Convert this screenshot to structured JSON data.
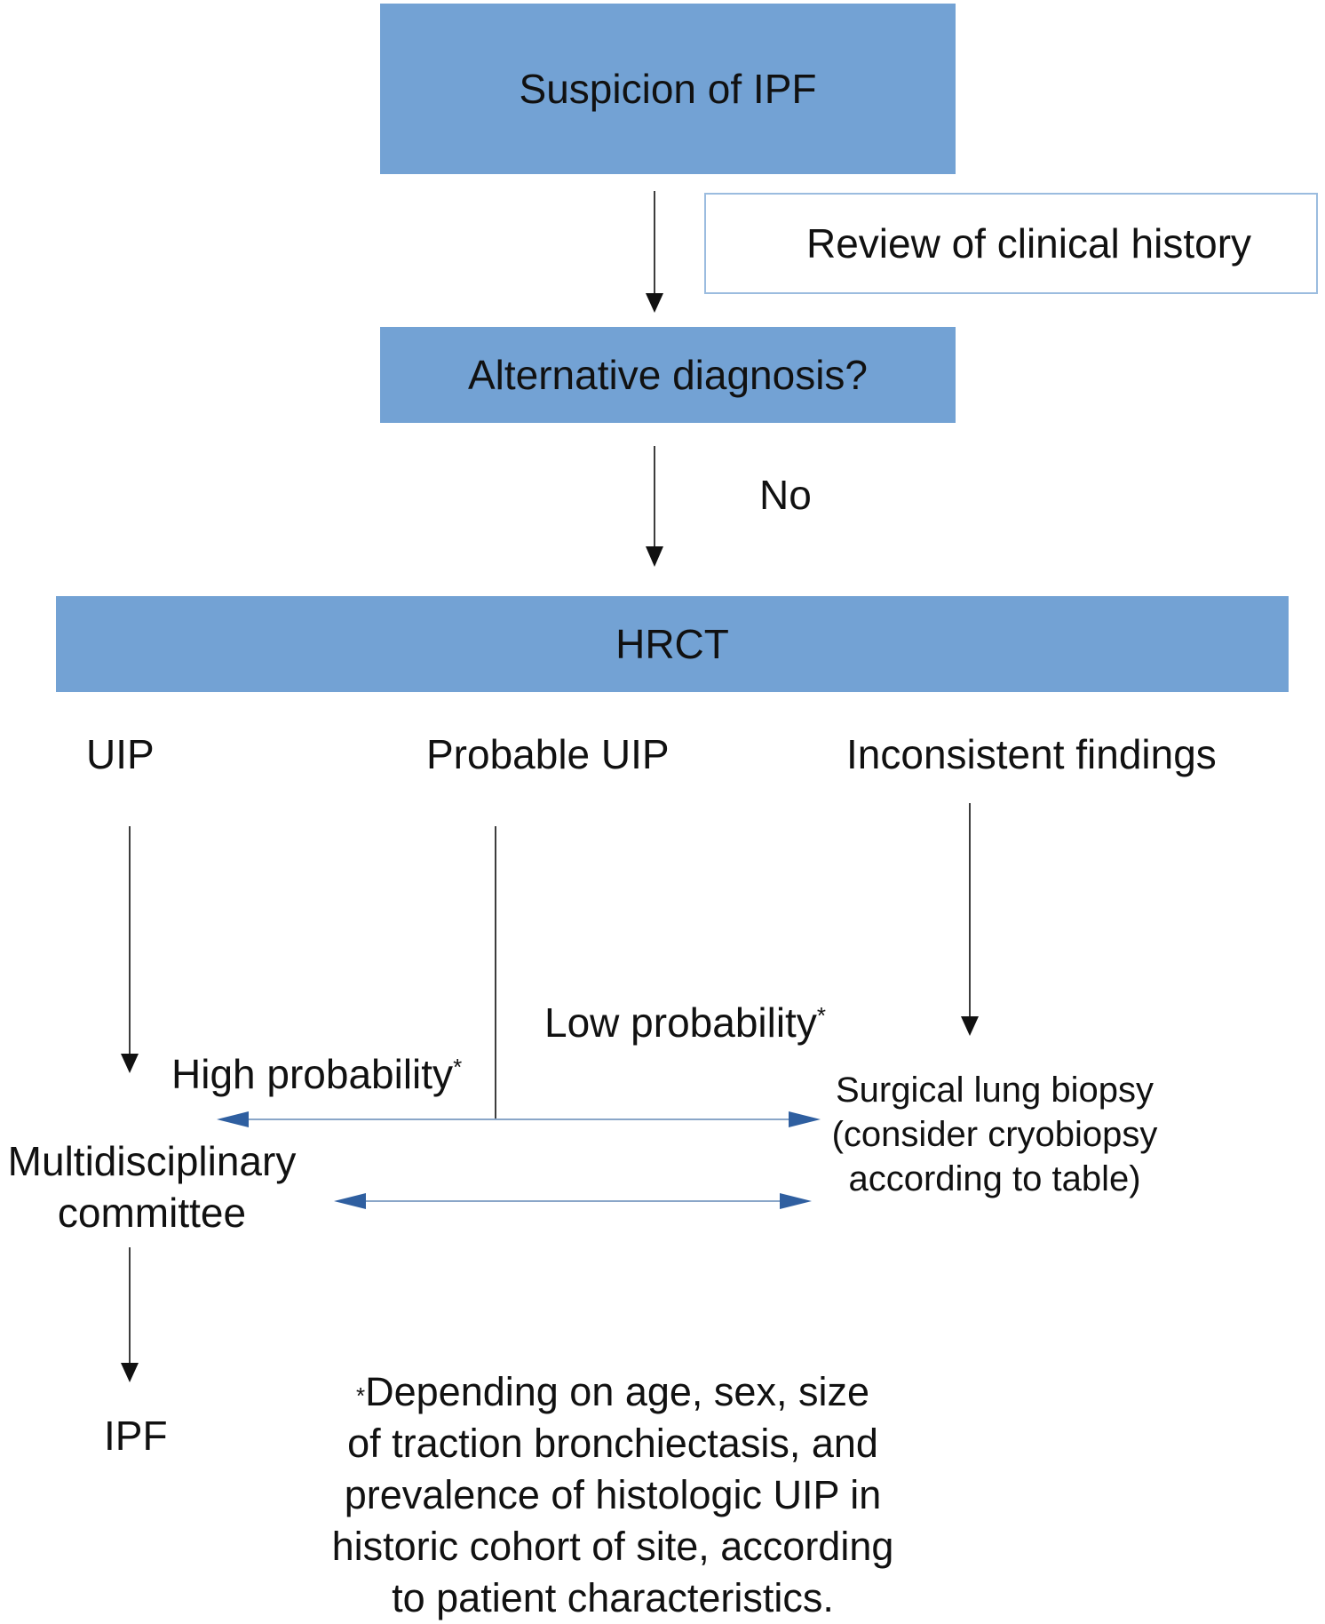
{
  "nodes": {
    "suspicion": "Suspicion of IPF",
    "review": "Review of clinical history",
    "alternative": "Alternative diagnosis?",
    "no": "No",
    "hrct": "HRCT",
    "uip": "UIP",
    "probable_uip": "Probable UIP",
    "inconsistent": "Inconsistent findings",
    "low_probability": "Low probability",
    "high_probability": "High probability",
    "asterisk": "*",
    "committee_line1": "Multidisciplinary",
    "committee_line2": "committee",
    "biopsy_line1": "Surgical lung biopsy",
    "biopsy_line2": "(consider cryobiopsy",
    "biopsy_line3": "according to table)",
    "ipf": "IPF"
  },
  "footnote": {
    "asterisk": "*",
    "line1": "Depending on age, sex, size",
    "line2": "of traction bronchiectasis, and",
    "line3": "prevalence of histologic UIP in",
    "line4": "historic cohort of site, according",
    "line5": "to patient characteristics."
  },
  "colors": {
    "box_fill": "#73a2d4",
    "outline_box": "#9bbcdf",
    "connector": "#3d3d3d",
    "double_arrow": "#2f5fa0"
  }
}
